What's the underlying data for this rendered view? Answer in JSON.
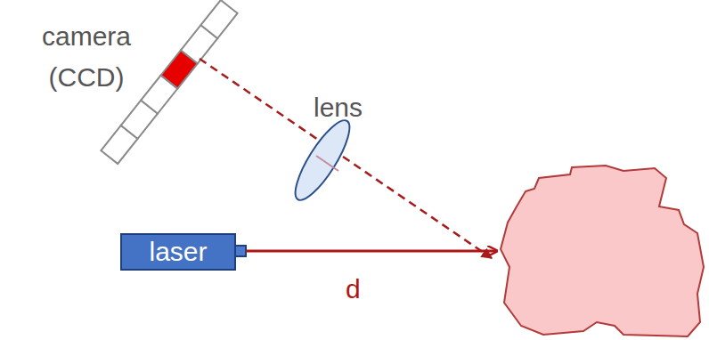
{
  "diagram": {
    "nodes": [
      {
        "text": [
          "laser"
        ]
      }
    ],
    "labels": [
      "camera (CCD)",
      "lens",
      "d"
    ]
  }
}
